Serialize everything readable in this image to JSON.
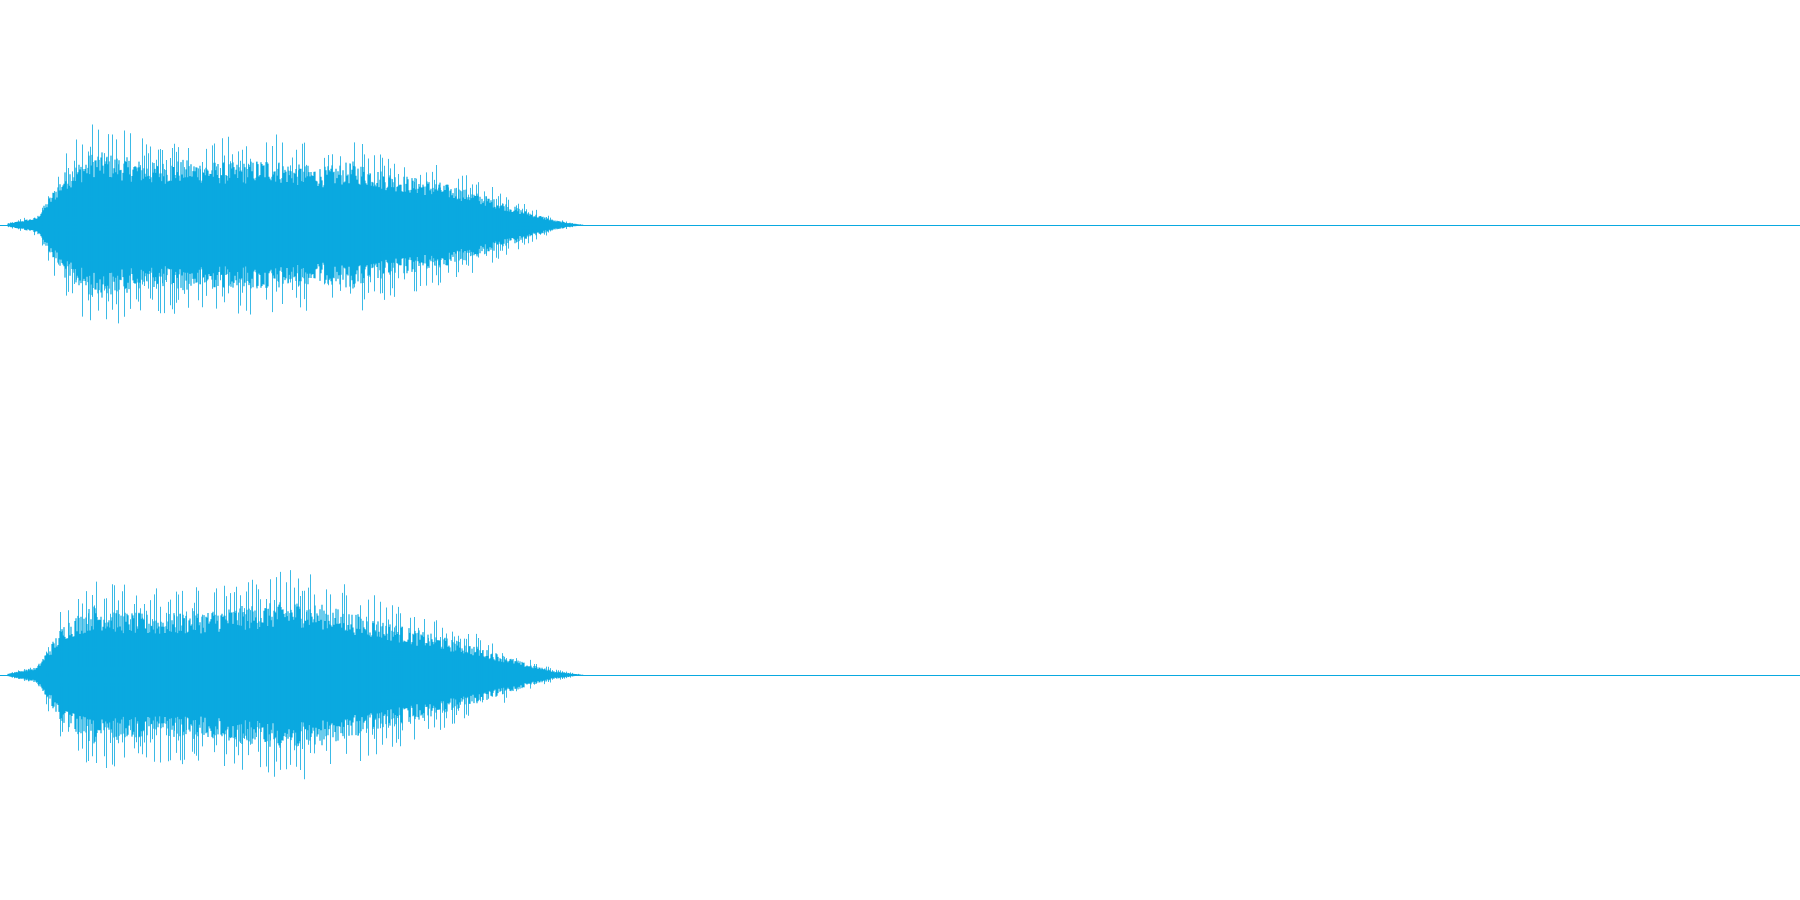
{
  "waveform": {
    "color": "#0aa9e0",
    "background": "#ffffff",
    "channels": [
      {
        "name": "",
        "peak_amplitude": 0.97,
        "active_fraction": 0.32,
        "envelope": [
          0.02,
          0.1,
          0.7,
          0.95,
          0.88,
          0.8,
          0.84,
          0.82,
          0.8,
          0.86,
          0.78,
          0.75,
          0.82,
          0.7,
          0.62,
          0.55,
          0.45,
          0.32,
          0.18,
          0.06,
          0.0
        ]
      },
      {
        "name": "",
        "peak_amplitude": 0.97,
        "active_fraction": 0.32,
        "envelope": [
          0.02,
          0.1,
          0.7,
          0.9,
          0.82,
          0.78,
          0.8,
          0.84,
          0.88,
          0.92,
          0.95,
          0.9,
          0.8,
          0.7,
          0.6,
          0.5,
          0.4,
          0.28,
          0.15,
          0.05,
          0.0
        ]
      }
    ]
  }
}
